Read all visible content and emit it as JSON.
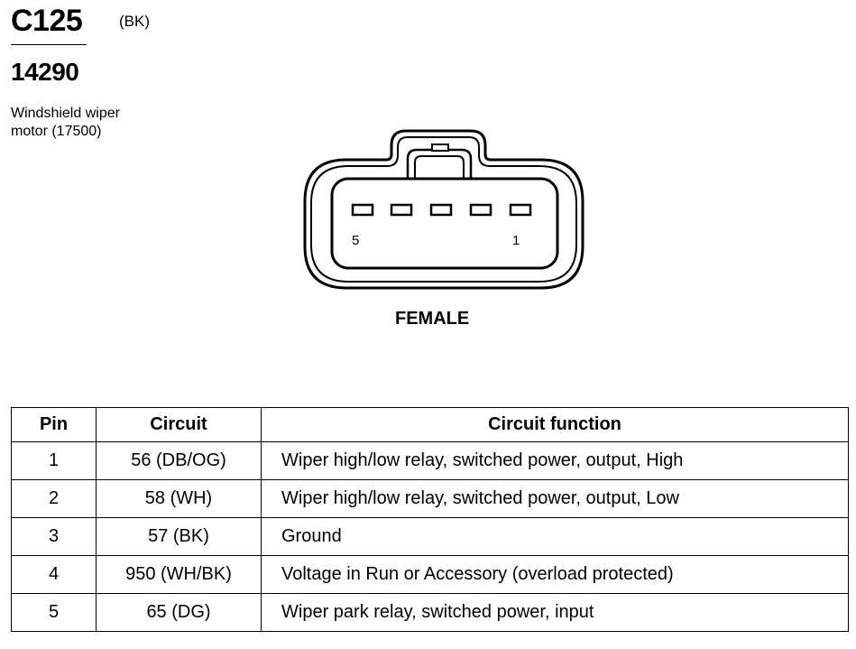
{
  "header": {
    "connector_id": "C125",
    "color_code": "(BK)",
    "part_number": "14290",
    "description": "Windshield wiper motor (17500)"
  },
  "connector": {
    "pin_label_left": "5",
    "pin_label_right": "1",
    "gender": "FEMALE"
  },
  "table": {
    "headers": [
      "Pin",
      "Circuit",
      "Circuit function"
    ],
    "rows": [
      {
        "pin": "1",
        "circuit": "56 (DB/OG)",
        "function": "Wiper high/low relay, switched power, output, High"
      },
      {
        "pin": "2",
        "circuit": "58 (WH)",
        "function": "Wiper high/low relay, switched power, output, Low"
      },
      {
        "pin": "3",
        "circuit": "57 (BK)",
        "function": "Ground"
      },
      {
        "pin": "4",
        "circuit": "950 (WH/BK)",
        "function": "Voltage in Run or Accessory (overload protected)"
      },
      {
        "pin": "5",
        "circuit": "65 (DG)",
        "function": "Wiper park relay, switched power, input"
      }
    ]
  }
}
